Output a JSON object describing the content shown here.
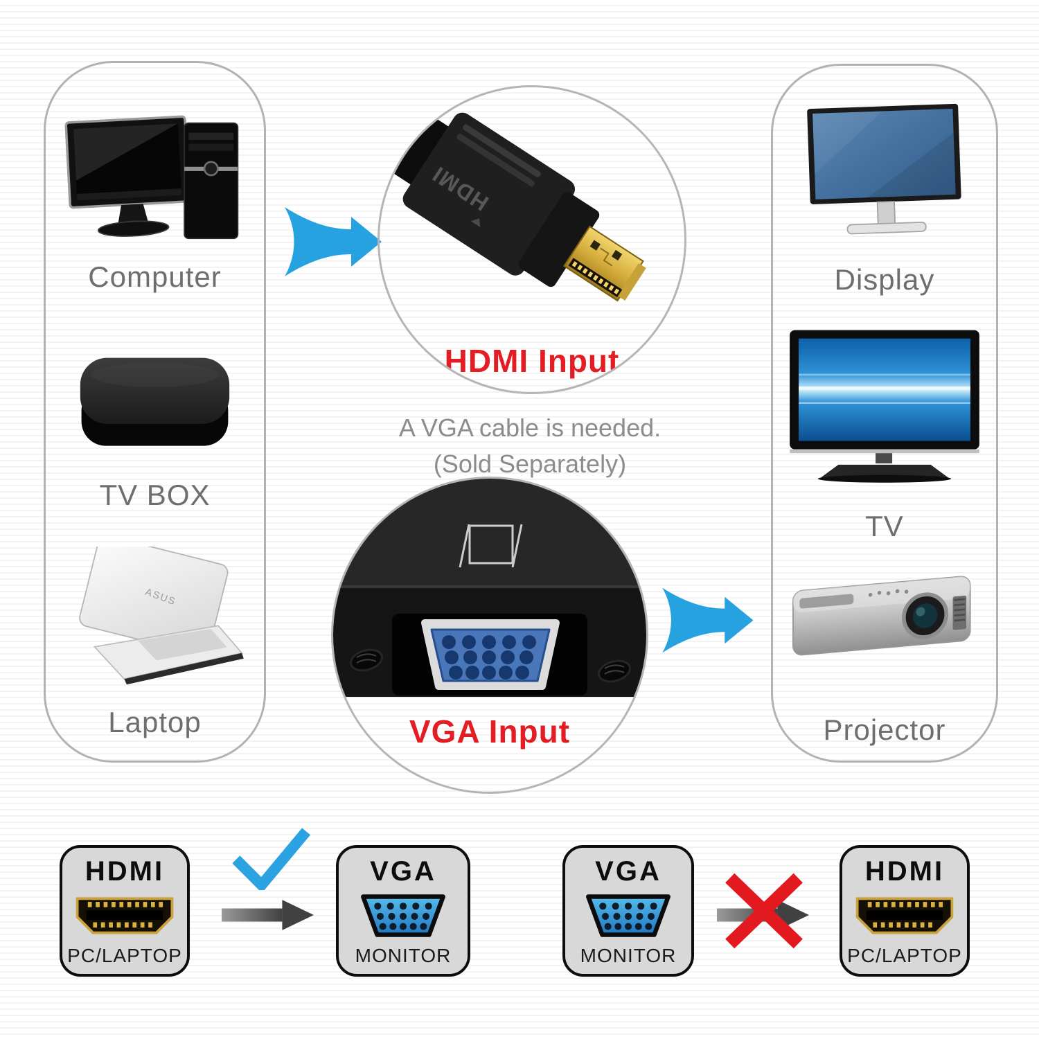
{
  "colors": {
    "arrow_blue": "#27a2e1",
    "check_blue": "#2ba2e2",
    "label_gray": "#6e6e6e",
    "note_gray": "#8c8c8c",
    "input_red": "#e21d24",
    "x_red": "#e2191f",
    "arrow_gray_start": "#9a9a9a",
    "arrow_gray_end": "#414141",
    "vga_port_blue": "#4a77ba",
    "card_background": "#d8d8d8",
    "panel_border": "#b2b2b2"
  },
  "left_panel": {
    "items": [
      {
        "label": "Computer"
      },
      {
        "label": "TV BOX"
      },
      {
        "label": "Laptop"
      }
    ]
  },
  "right_panel": {
    "items": [
      {
        "label": "Display"
      },
      {
        "label": "TV"
      },
      {
        "label": "Projector"
      }
    ]
  },
  "center": {
    "hdmi_label": "HDMI Input",
    "adapter_text": "HDMI",
    "note_line1": "A VGA cable is needed.",
    "note_line2": "(Sold Separately)",
    "vga_label": "VGA Input"
  },
  "bottom_row": {
    "hdmi_source": {
      "title": "HDMI",
      "subtitle": "PC/LAPTOP"
    },
    "vga_target": {
      "title": "VGA",
      "subtitle": "MONITOR"
    },
    "vga_source": {
      "title": "VGA",
      "subtitle": "MONITOR"
    },
    "hdmi_target": {
      "title": "HDMI",
      "subtitle": "PC/LAPTOP"
    }
  }
}
